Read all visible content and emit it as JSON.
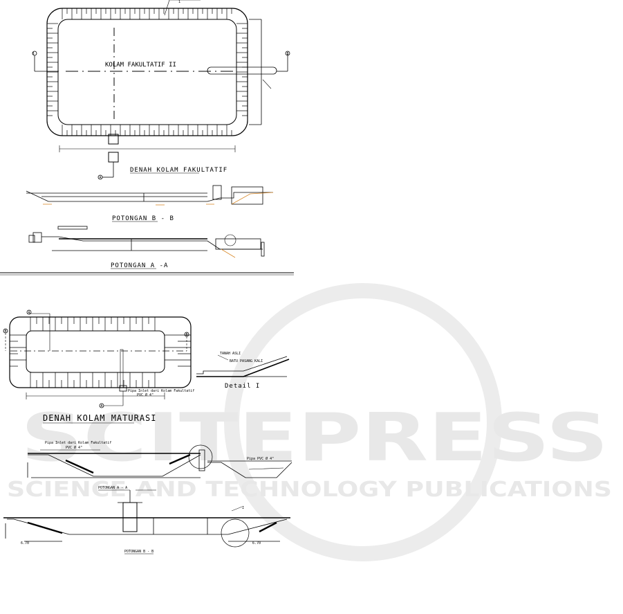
{
  "watermark": {
    "main": "SCITEPRESS",
    "sub": "SCIENCE AND TECHNOLOGY PUBLICATIONS"
  },
  "top": {
    "pond_label": "KOLAM FAKULTATIF II",
    "plan_title": "DENAH KOLAM FAKULTATIF",
    "section_b_title": "POTONGAN B - B",
    "section_a_title": "POTONGAN A -A",
    "marker_left": "B",
    "marker_right": "B",
    "marker_bottom": "A",
    "callout_top": "1"
  },
  "bottom": {
    "plan_title": "DENAH KOLAM MATURASI",
    "detail_title": "Detail I",
    "pipe_note": "Pipa Inlet dari Kolam Fakultatif",
    "pipe_note2": "Pipa Inlet dari Kolam Fakultatif",
    "pvc_note": "PVC Ø 4\"",
    "pvc_note2": "Pipa PVC Ø 4\"",
    "section_a_title": "POTONGAN A - A",
    "section_b_title": "POTONGAN B - B",
    "detail_label1": "TANAH ASLI",
    "detail_label2": "BATU PASANG KALI",
    "dim_left": "6.70",
    "dim_right": "6.70",
    "marker_a_top": "A",
    "marker_b_left": "B",
    "marker_b_right": "B",
    "marker_a_bottom": "A",
    "callout_i": "I"
  }
}
